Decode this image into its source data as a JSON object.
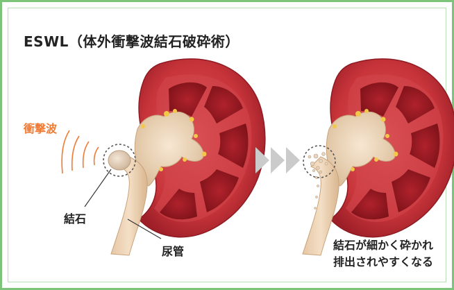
{
  "title": "ESWL（体外衝撃波結石破砕術）",
  "labels": {
    "shockwave": "衝撃波",
    "stone": "結石",
    "ureter": "尿管",
    "result_line1": "結石が細かく砕かれ",
    "result_line2": "排出されやすくなる"
  },
  "colors": {
    "frame": "#7cc47a",
    "shockwave": "#f07a32",
    "arrows": "#c9c9c9",
    "kidney": "#c7343a"
  }
}
